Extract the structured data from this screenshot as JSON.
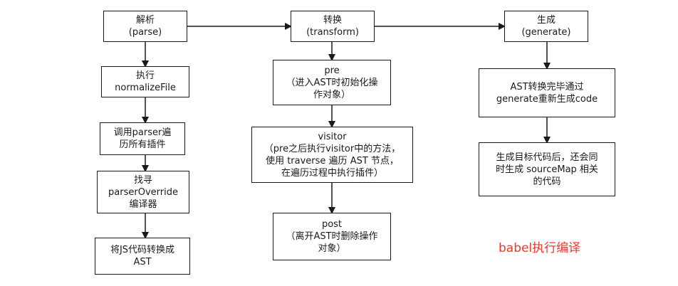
{
  "colors": {
    "line": "#1a1a1a",
    "box_border": "#1a1a1a",
    "title_accent": "#e8392b"
  },
  "title": "babel执行编译",
  "stages": {
    "parse": {
      "name": "解析",
      "english": "(parse)",
      "steps": [
        [
          "执行",
          "normalizeFile"
        ],
        [
          "调用parser遍",
          "历所有插件"
        ],
        [
          "找寻",
          "parserOverride",
          "编译器"
        ],
        [
          "将JS代码转换成",
          "AST"
        ]
      ]
    },
    "transform": {
      "name": "转换",
      "english": "(transform)",
      "steps": [
        [
          "pre",
          "（进入AST时初始化操",
          "作对象）"
        ],
        [
          "visitor",
          "（pre之后执行visitor中的方法，",
          "使用 traverse 遍历 AST 节点，",
          "在遍历过程中执行插件）"
        ],
        [
          "post",
          "（离开AST时删除操作",
          "对象）"
        ]
      ]
    },
    "generate": {
      "name": "生成",
      "english": "(generate)",
      "steps": [
        [
          "AST转换完毕通过",
          "generate重新生成code"
        ],
        [
          "生成目标代码后，还会同",
          "时生成 sourceMap 相关",
          "的代码"
        ]
      ]
    }
  }
}
